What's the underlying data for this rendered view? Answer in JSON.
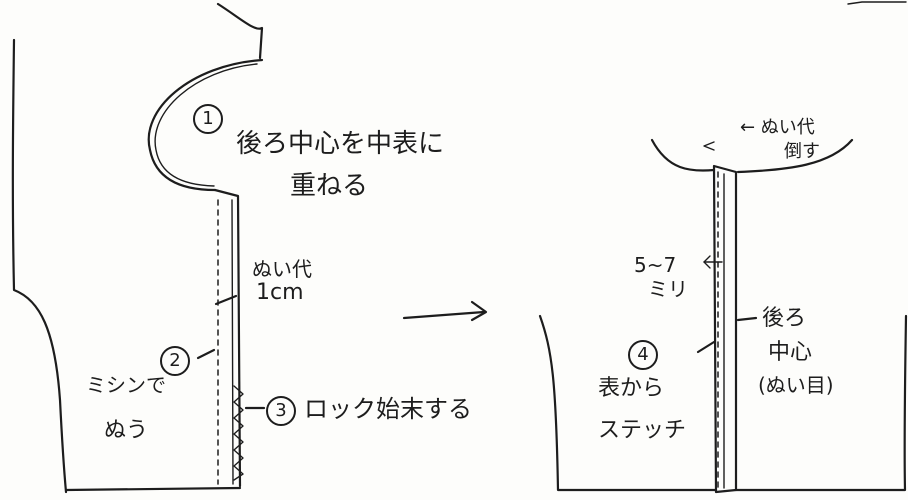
{
  "steps": [
    {
      "number": "1",
      "line1": "後ろ中心を中表に",
      "line2": "重ねる"
    },
    {
      "number": "2",
      "line1": "ミシンで",
      "line2": "ぬう"
    },
    {
      "number": "3",
      "text": "ロック始末する"
    },
    {
      "number": "4",
      "line1": "表から",
      "line2": "ステッチ"
    }
  ],
  "seam_allowance": {
    "line1": "ぬい代",
    "line2": "1cm"
  },
  "press_note": {
    "line1": "← ぬい代",
    "line2": "倒す"
  },
  "stitch_width": {
    "line1": "5~7",
    "line2": "ミリ"
  },
  "center_back": {
    "line1": "後ろ",
    "line2": "中心",
    "line3": "(ぬい目)"
  }
}
